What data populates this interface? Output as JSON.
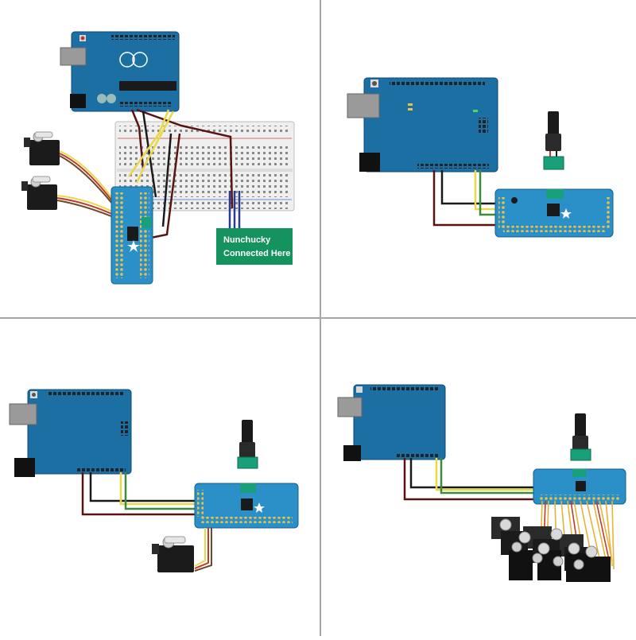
{
  "panels": [
    {
      "name": "panel-top-left",
      "callout": {
        "line1": "Nunchucky",
        "line2": "Connected Here"
      }
    },
    {
      "name": "panel-top-right"
    },
    {
      "name": "panel-bottom-left"
    },
    {
      "name": "panel-bottom-right"
    }
  ],
  "colors": {
    "background": "#ffffff",
    "divider": "#a6a6a6",
    "arduino_blue": "#1c6fa3",
    "pwm_blue": "#2b8fc8",
    "callout_green": "#15935f",
    "wire_dark_red": "#5a1313",
    "wire_black": "#1a1a1a",
    "wire_yellow": "#e8d84a",
    "wire_green": "#3c8a3c",
    "wire_navy": "#2a3c8c"
  },
  "icons": [
    "arduino-uno-board",
    "pca9685-pwm-board",
    "servo-motor",
    "breadboard",
    "dc-barrel-jack",
    "terminal-block"
  ]
}
